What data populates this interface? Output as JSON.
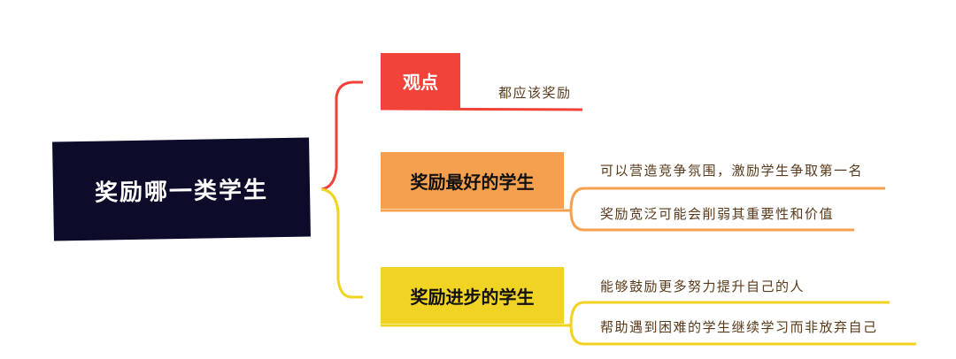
{
  "root": {
    "label": "奖励哪一类学生"
  },
  "branches": [
    {
      "label": "观点",
      "color": "#f2433a",
      "leaves": [
        "都应该奖励"
      ]
    },
    {
      "label": "奖励最好的学生",
      "color": "#f5a04e",
      "leaves": [
        "可以营造竞争氛围，激励学生争取第一名",
        "奖励宽泛可能会削弱其重要性和价值"
      ]
    },
    {
      "label": "奖励进步的学生",
      "color": "#f0d323",
      "leaves": [
        "能够鼓励更多努力提升自己的人",
        "帮助遇到困难的学生继续学习而非放弃自己"
      ]
    }
  ]
}
